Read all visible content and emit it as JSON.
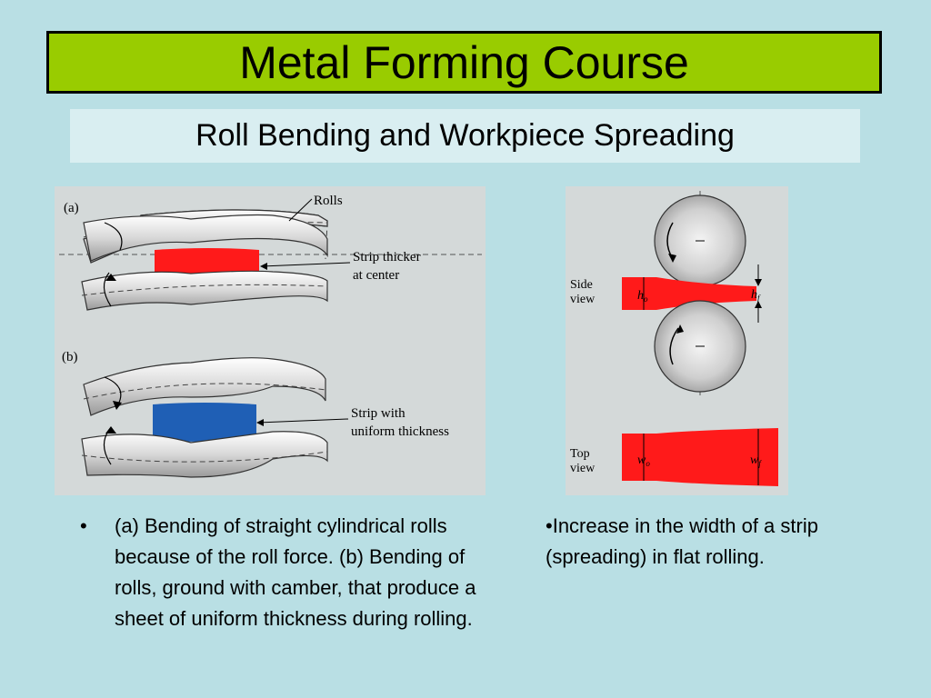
{
  "header": {
    "title": "Metal Forming Course",
    "subtitle": "Roll Bending and Workpiece Spreading"
  },
  "left_figure": {
    "label_a": "(a)",
    "label_b": "(b)",
    "rolls_label": "Rolls",
    "strip_thicker_line1": "Strip thicker",
    "strip_thicker_line2": "at center",
    "strip_uniform_line1": "Strip with",
    "strip_uniform_line2": "uniform thickness",
    "colors": {
      "strip_thicker": "#ff1a1a",
      "strip_uniform": "#1f5fb5"
    }
  },
  "right_figure": {
    "side_view_line1": "Side",
    "side_view_line2": "view",
    "top_view_line1": "Top",
    "top_view_line2": "view",
    "h0": "h",
    "h0_sub": "o",
    "hf": "h",
    "hf_sub": "f",
    "w0": "w",
    "w0_sub": "o",
    "wf": "w",
    "wf_sub": "f",
    "colors": {
      "strip": "#ff1a1a"
    }
  },
  "captions": {
    "left_bullet": "•",
    "left_text": "(a) Bending of straight cylindrical rolls because of the roll force. (b) Bending of rolls, ground with camber, that produce a sheet of uniform thickness during rolling.",
    "right_text": "•Increase in the width of a strip (spreading) in flat rolling."
  }
}
